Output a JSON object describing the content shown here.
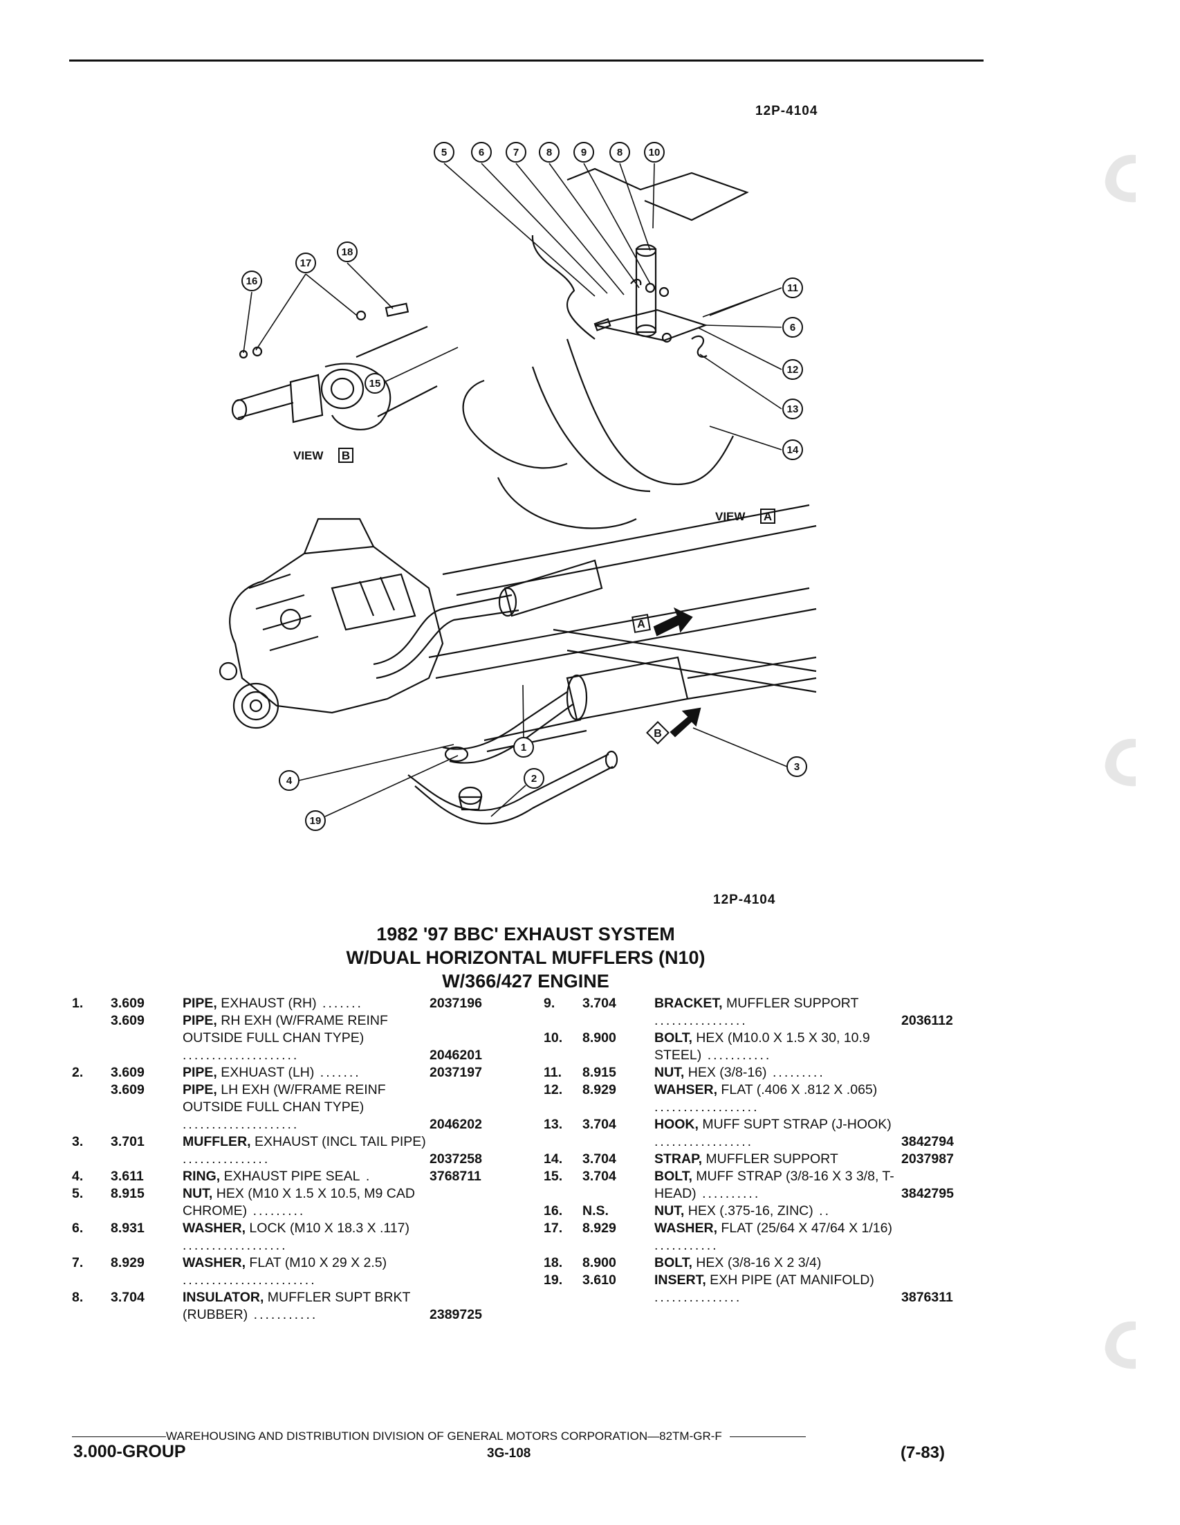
{
  "figure_number_top": "12P-4104",
  "figure_number_bottom": "12P-4104",
  "diagram": {
    "view_a_label": "VIEW",
    "view_a_box": "A",
    "view_b_label": "VIEW",
    "view_b_box": "B",
    "callouts": [
      "5",
      "6",
      "7",
      "8",
      "9",
      "8",
      "10",
      "11",
      "6",
      "12",
      "13",
      "14",
      "15",
      "16",
      "17",
      "18",
      "1",
      "2",
      "3",
      "4",
      "19"
    ],
    "arrow_a": "A",
    "arrow_b": "B"
  },
  "title": {
    "line1": "1982 '97 BBC' EXHAUST SYSTEM",
    "line2": "W/DUAL HORIZONTAL MUFFLERS (N10)",
    "line3": "W/366/427 ENGINE"
  },
  "parts_left": [
    {
      "idx": "1.",
      "group": "3.609",
      "kw": "PIPE,",
      "text": " EXHAUST (RH)",
      "lead": " .......",
      "part": "2037196"
    },
    {
      "idx": "",
      "group": "3.609",
      "kw": "PIPE,",
      "text": " RH EXH (W/FRAME REINF OUTSIDE FULL CHAN TYPE)",
      "lead": " ....................",
      "part": "2046201"
    },
    {
      "idx": "2.",
      "group": "3.609",
      "kw": "PIPE,",
      "text": " EXHUAST (LH)",
      "lead": " .......",
      "part": "2037197"
    },
    {
      "idx": "",
      "group": "3.609",
      "kw": "PIPE,",
      "text": " LH EXH (W/FRAME REINF OUTSIDE FULL CHAN TYPE)",
      "lead": " ....................",
      "part": "2046202"
    },
    {
      "idx": "3.",
      "group": "3.701",
      "kw": "MUFFLER,",
      "text": " EXHAUST (INCL TAIL PIPE)",
      "lead": " ...............",
      "part": "2037258"
    },
    {
      "idx": "4.",
      "group": "3.611",
      "kw": "RING,",
      "text": " EXHAUST PIPE SEAL",
      "lead": " .",
      "part": "3768711"
    },
    {
      "idx": "5.",
      "group": "8.915",
      "kw": "NUT,",
      "text": " HEX (M10 X 1.5 X 10.5, M9 CAD CHROME)",
      "lead": " .........",
      "part": ""
    },
    {
      "idx": "6.",
      "group": "8.931",
      "kw": "WASHER,",
      "text": " LOCK (M10 X 18.3 X .117)",
      "lead": " ..................",
      "part": ""
    },
    {
      "idx": "7.",
      "group": "8.929",
      "kw": "WASHER,",
      "text": " FLAT (M10 X 29 X 2.5)",
      "lead": " .......................",
      "part": ""
    },
    {
      "idx": "8.",
      "group": "3.704",
      "kw": "INSULATOR,",
      "text": " MUFFLER SUPT BRKT (RUBBER)",
      "lead": " ...........",
      "part": "2389725"
    }
  ],
  "parts_right": [
    {
      "idx": "9.",
      "group": "3.704",
      "kw": "BRACKET,",
      "text": " MUFFLER SUPPORT",
      "lead": " ................",
      "part": "2036112"
    },
    {
      "idx": "10.",
      "group": "8.900",
      "kw": "BOLT,",
      "text": " HEX (M10.0 X 1.5 X 30, 10.9 STEEL)",
      "lead": " ...........",
      "part": ""
    },
    {
      "idx": "11.",
      "group": "8.915",
      "kw": "NUT,",
      "text": " HEX (3/8-16)",
      "lead": " .........",
      "part": ""
    },
    {
      "idx": "12.",
      "group": "8.929",
      "kw": "WAHSER,",
      "text": " FLAT (.406 X .812 X .065)",
      "lead": " ..................",
      "part": ""
    },
    {
      "idx": "13.",
      "group": "3.704",
      "kw": "HOOK,",
      "text": " MUFF SUPT STRAP (J-HOOK)",
      "lead": " .................",
      "part": "3842794"
    },
    {
      "idx": "14.",
      "group": "3.704",
      "kw": "STRAP,",
      "text": " MUFFLER SUPPORT",
      "lead": "",
      "part": "2037987"
    },
    {
      "idx": "15.",
      "group": "3.704",
      "kw": "BOLT,",
      "text": " MUFF STRAP (3/8-16 X 3 3/8, T-HEAD)",
      "lead": " ..........",
      "part": "3842795"
    },
    {
      "idx": "16.",
      "group": "N.S.",
      "kw": "NUT,",
      "text": " HEX (.375-16, ZINC)",
      "lead": " ..",
      "part": ""
    },
    {
      "idx": "17.",
      "group": "8.929",
      "kw": "WASHER,",
      "text": " FLAT (25/64 X 47/64 X 1/16)",
      "lead": " ...........",
      "part": ""
    },
    {
      "idx": "18.",
      "group": "8.900",
      "kw": "BOLT,",
      "text": " HEX (3/8-16 X 2 3/4)",
      "lead": "",
      "part": ""
    },
    {
      "idx": "19.",
      "group": "3.610",
      "kw": "INSERT,",
      "text": " EXH PIPE (AT MANIFOLD)",
      "lead": " ...............",
      "part": "3876311"
    }
  ],
  "footer": {
    "division": "WAREHOUSING AND DISTRIBUTION DIVISION OF GENERAL MOTORS CORPORATION—82TM-GR-F",
    "group": "3.000-GROUP",
    "page": "3G-108",
    "date": "(7-83)"
  }
}
